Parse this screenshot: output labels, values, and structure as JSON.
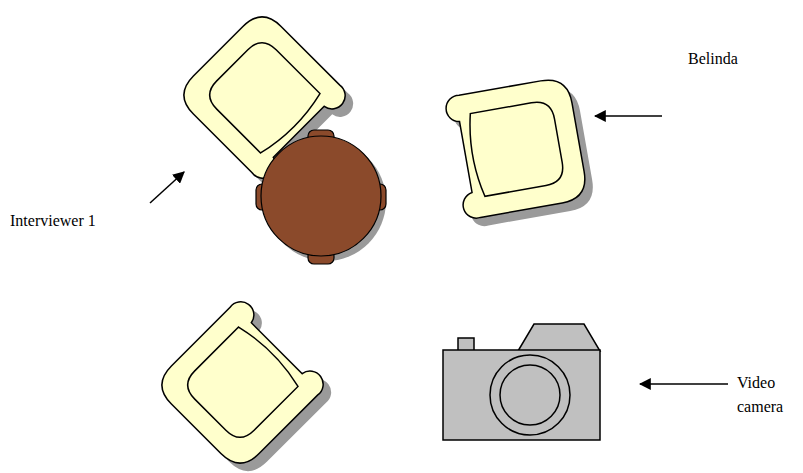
{
  "diagram": {
    "labels": [
      "Interviewer 1",
      "Belinda",
      "Video camera"
    ]
  }
}
